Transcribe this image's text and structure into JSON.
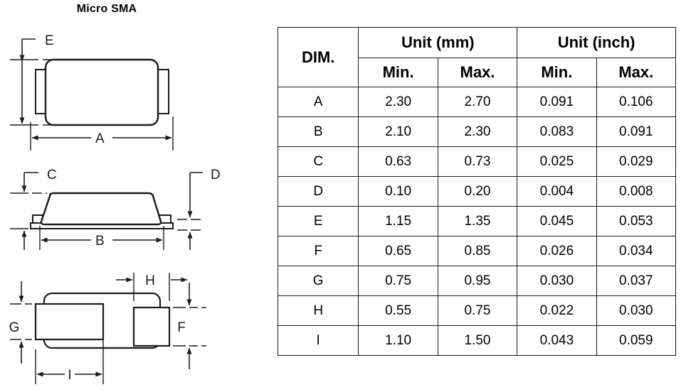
{
  "package": {
    "title": "Micro SMA"
  },
  "drawings": {
    "top_view": {
      "name": "top-view",
      "dimension_labels": [
        "E",
        "A"
      ]
    },
    "side_view": {
      "name": "side-view",
      "dimension_labels": [
        "C",
        "B",
        "D"
      ]
    },
    "bottom_view": {
      "name": "bottom-view",
      "dimension_labels": [
        "G",
        "F",
        "H",
        "I"
      ]
    },
    "labels": {
      "E": "E",
      "A": "A",
      "C": "C",
      "B": "B",
      "D": "D",
      "G": "G",
      "F": "F",
      "H": "H",
      "I": "I"
    }
  },
  "table": {
    "dim_header": "DIM.",
    "unit_headers": [
      "Unit (mm)",
      "Unit (inch)"
    ],
    "subheaders": [
      "Min.",
      "Max.",
      "Min.",
      "Max."
    ],
    "rows": [
      {
        "dim": "A",
        "mm_min": "2.30",
        "mm_max": "2.70",
        "in_min": "0.091",
        "in_max": "0.106"
      },
      {
        "dim": "B",
        "mm_min": "2.10",
        "mm_max": "2.30",
        "in_min": "0.083",
        "in_max": "0.091"
      },
      {
        "dim": "C",
        "mm_min": "0.63",
        "mm_max": "0.73",
        "in_min": "0.025",
        "in_max": "0.029"
      },
      {
        "dim": "D",
        "mm_min": "0.10",
        "mm_max": "0.20",
        "in_min": "0.004",
        "in_max": "0.008"
      },
      {
        "dim": "E",
        "mm_min": "1.15",
        "mm_max": "1.35",
        "in_min": "0.045",
        "in_max": "0.053"
      },
      {
        "dim": "F",
        "mm_min": "0.65",
        "mm_max": "0.85",
        "in_min": "0.026",
        "in_max": "0.034"
      },
      {
        "dim": "G",
        "mm_min": "0.75",
        "mm_max": "0.95",
        "in_min": "0.030",
        "in_max": "0.037"
      },
      {
        "dim": "H",
        "mm_min": "0.55",
        "mm_max": "0.75",
        "in_min": "0.022",
        "in_max": "0.030"
      },
      {
        "dim": "I",
        "mm_min": "1.10",
        "mm_max": "1.50",
        "in_min": "0.043",
        "in_max": "0.059"
      }
    ]
  },
  "colors": {
    "line": "#1a1a1a",
    "background": "#ffffff"
  }
}
